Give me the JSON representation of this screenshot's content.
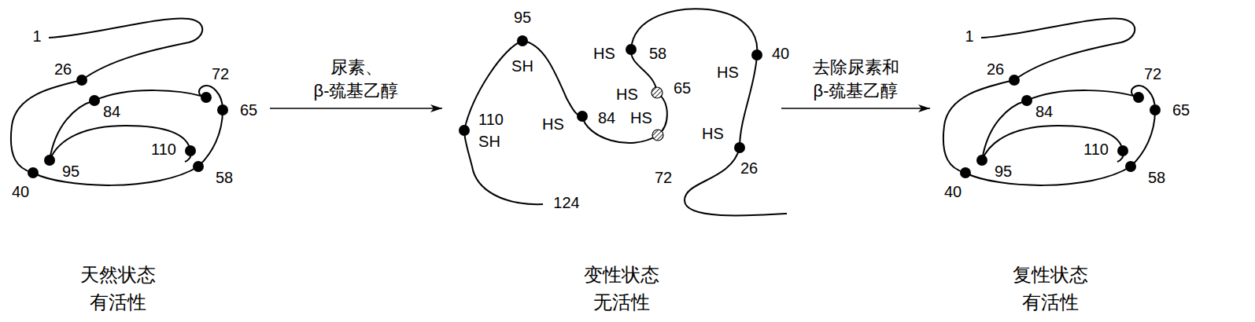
{
  "diagram": {
    "nodes": [
      {
        "text": [
          "天然状态",
          "有活性"
        ]
      },
      {
        "text": [
          "变性状态",
          "无活性"
        ]
      },
      {
        "text": [
          "复性状态",
          "有活性"
        ]
      }
    ],
    "edges": [
      {
        "from": 0,
        "to": 1,
        "arrow": "to",
        "label": "尿素、 β-巯基乙醇"
      },
      {
        "from": 1,
        "to": 2,
        "arrow": "to",
        "label": "去除尿素和 β-巯基乙醇"
      }
    ],
    "labels": [
      "1",
      "26",
      "84",
      "72",
      "65",
      "40",
      "95",
      "110",
      "58",
      "95",
      "SH",
      "110",
      "SH",
      "124",
      "HS",
      "58",
      "HS",
      "65",
      "HS",
      "84",
      "HS",
      "72",
      "HS",
      "40",
      "HS",
      "26",
      "1",
      "26",
      "84",
      "72",
      "65",
      "40",
      "95",
      "110",
      "58"
    ]
  }
}
